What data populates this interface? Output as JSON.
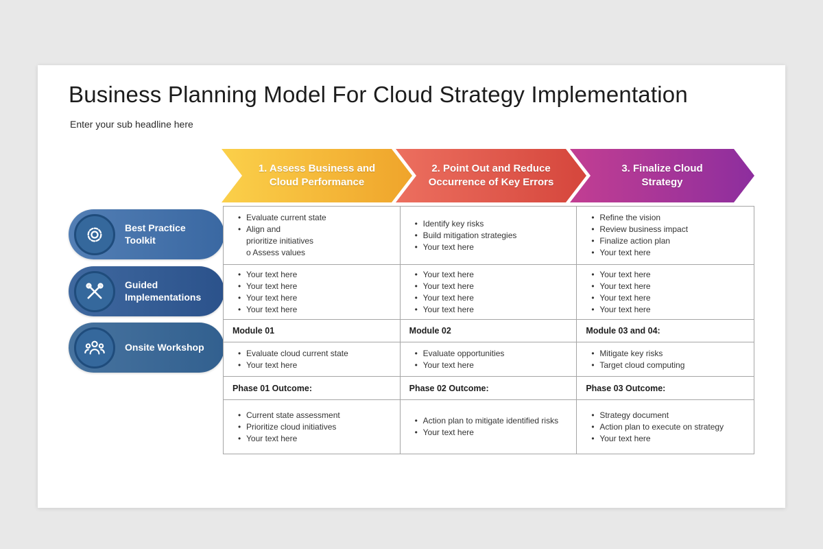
{
  "page": {
    "background": "#e8e8e8",
    "slide_background": "#ffffff"
  },
  "header": {
    "title": "Business Planning Model For Cloud Strategy Implementation",
    "subtitle": "Enter your sub headline here"
  },
  "arrows": [
    {
      "label": "1. Assess Business and Cloud Performance",
      "color_start": "#fbd04a",
      "color_end": "#efa42b"
    },
    {
      "label": "2. Point Out and Reduce Occurrence of Key Errors",
      "color_start": "#ec6f5f",
      "color_end": "#d5463c"
    },
    {
      "label": "3. Finalize Cloud Strategy",
      "color_start": "#c23e92",
      "color_end": "#8d2e9e"
    }
  ],
  "sidebar": [
    {
      "label": "Best Practice Toolkit",
      "icon": "gear-icon",
      "color_start": "#527eb4",
      "color_end": "#3a68a2"
    },
    {
      "label": "Guided Implementations",
      "icon": "tools-icon",
      "color_start": "#3f689f",
      "color_end": "#2b528b"
    },
    {
      "label": "Onsite Workshop",
      "icon": "people-icon",
      "color_start": "#47739f",
      "color_end": "#32608f"
    }
  ],
  "table": {
    "r1c1": [
      "Evaluate current state",
      "Align and",
      {
        "t": "prioritize initiatives",
        "marker": "none"
      },
      {
        "t": "o Assess values",
        "marker": "none"
      }
    ],
    "r1c2": [
      "Identify key risks",
      "Build mitigation strategies",
      "Your text here"
    ],
    "r1c3": [
      "Refine the vision",
      "Review business impact",
      "Finalize action plan",
      "Your text here"
    ],
    "r2c1": [
      "Your text here",
      "Your text here",
      "Your text here",
      "Your text here"
    ],
    "r2c2": [
      "Your text here",
      "Your text here",
      "Your text here",
      "Your text here"
    ],
    "r2c3": [
      "Your text here",
      "Your text here",
      "Your text here",
      "Your text here"
    ],
    "modules": [
      "Module 01",
      "Module 02",
      "Module 03 and 04:"
    ],
    "r4c1": [
      "Evaluate cloud current state",
      "Your text here"
    ],
    "r4c2": [
      "Evaluate opportunities",
      "Your text here"
    ],
    "r4c3": [
      "Mitigate key risks",
      "Target cloud computing"
    ],
    "phases": [
      "Phase 01 Outcome:",
      "Phase 02 Outcome:",
      "Phase 03 Outcome:"
    ],
    "r6c1": [
      "Current state assessment",
      "Prioritize cloud initiatives",
      "Your text here"
    ],
    "r6c2": [
      "Action plan to mitigate identified risks",
      "Your text here"
    ],
    "r6c3": [
      "Strategy document",
      "Action plan to execute on strategy",
      "Your text here"
    ]
  }
}
